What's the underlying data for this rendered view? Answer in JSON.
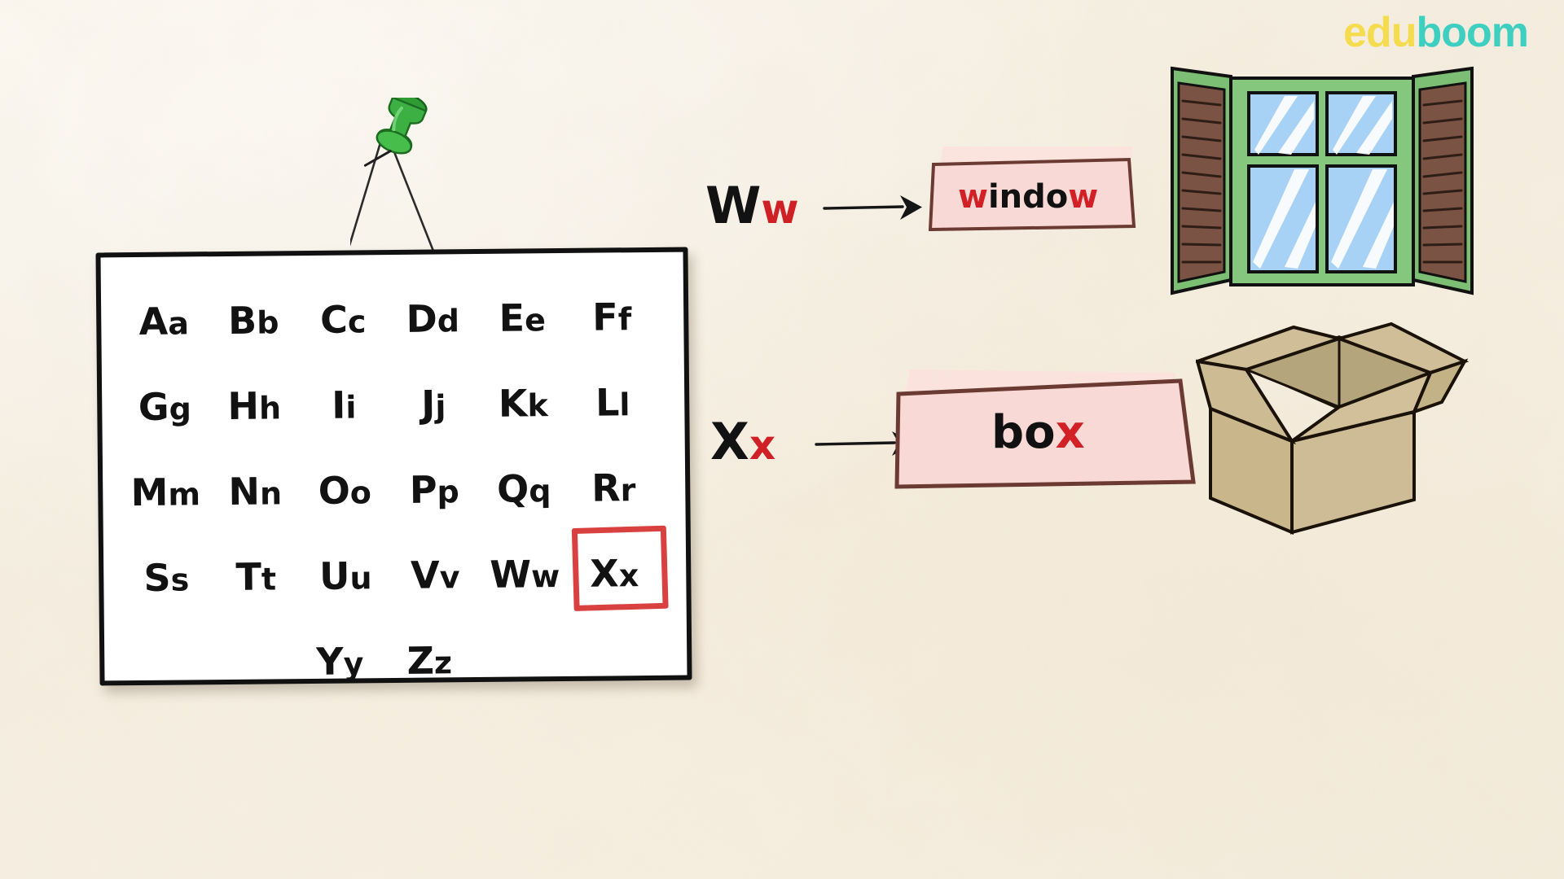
{
  "brand": {
    "name_part1": "edu",
    "name_part2": "boom",
    "color1": "#f5dc4e",
    "color2": "#3ecfc0"
  },
  "background": {
    "color": "#f5eee0",
    "style": "textured-paper"
  },
  "alphabet_chart": {
    "title_note": "alphabet-chart",
    "board_color": "#ffffff",
    "border_color": "#111111",
    "highlight_color": "#d94141",
    "highlighted_letter": "Xx",
    "rows": [
      [
        {
          "upper": "A",
          "lower": "a"
        },
        {
          "upper": "B",
          "lower": "b"
        },
        {
          "upper": "C",
          "lower": "c"
        },
        {
          "upper": "D",
          "lower": "d"
        },
        {
          "upper": "E",
          "lower": "e"
        },
        {
          "upper": "F",
          "lower": "f"
        }
      ],
      [
        {
          "upper": "G",
          "lower": "g"
        },
        {
          "upper": "H",
          "lower": "h"
        },
        {
          "upper": "I",
          "lower": "i"
        },
        {
          "upper": "J",
          "lower": "j"
        },
        {
          "upper": "K",
          "lower": "k"
        },
        {
          "upper": "L",
          "lower": "l"
        }
      ],
      [
        {
          "upper": "M",
          "lower": "m"
        },
        {
          "upper": "N",
          "lower": "n"
        },
        {
          "upper": "O",
          "lower": "o"
        },
        {
          "upper": "P",
          "lower": "p"
        },
        {
          "upper": "Q",
          "lower": "q"
        },
        {
          "upper": "R",
          "lower": "r"
        }
      ],
      [
        {
          "upper": "S",
          "lower": "s"
        },
        {
          "upper": "T",
          "lower": "t"
        },
        {
          "upper": "U",
          "lower": "u"
        },
        {
          "upper": "V",
          "lower": "v"
        },
        {
          "upper": "W",
          "lower": "w"
        },
        {
          "upper": "X",
          "lower": "x",
          "highlighted": true
        }
      ],
      [
        {
          "upper": "Y",
          "lower": "y"
        },
        {
          "upper": "Z",
          "lower": "z"
        }
      ]
    ],
    "pin": {
      "name": "green-pushpin",
      "color": "#33a139"
    }
  },
  "lessons": [
    {
      "letter_upper": "W",
      "letter_lower": "w",
      "word_prefix": "",
      "word_highlight_1": "w",
      "word_middle": "indo",
      "word_highlight_2": "w",
      "word_full": "window",
      "illustration": "open-window-with-shutters",
      "card_color": "#f9d9d6",
      "card_border": "#6b3a33",
      "accent_color": "#d22027"
    },
    {
      "letter_upper": "X",
      "letter_lower": "x",
      "word_prefix": "bo",
      "word_highlight_1": "x",
      "word_middle": "",
      "word_highlight_2": "",
      "word_full": "box",
      "illustration": "open-cardboard-box",
      "card_color": "#f9d9d6",
      "card_border": "#6b3a33",
      "accent_color": "#d22027"
    }
  ],
  "window_illustration": {
    "frame_color": "#7cbf74",
    "frame_dark": "#5aa655",
    "shutter_color": "#7a5344",
    "glass_color": "#a8d2f5",
    "outline_color": "#111111",
    "panes": 4,
    "shutters": 2
  },
  "box_illustration": {
    "body_color": "#c9b68b",
    "flap_color": "#cdbc95",
    "inner_color": "#b0a077",
    "outline_color": "#1a1208"
  },
  "arrows": {
    "count": 2,
    "color": "#1a1a1a",
    "name": "right-arrow"
  }
}
